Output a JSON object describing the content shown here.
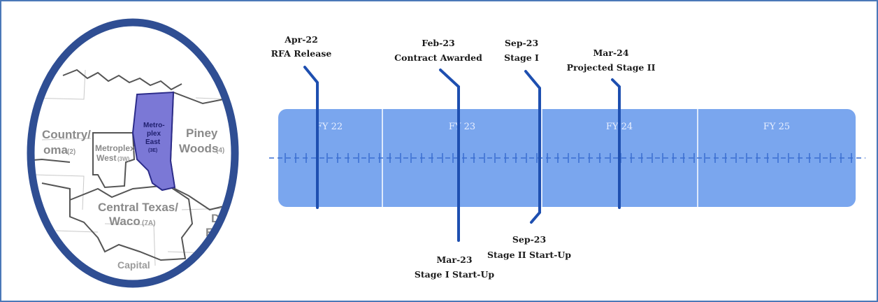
{
  "map": {
    "regions": [
      {
        "name": "Country/ oma",
        "line1": "Country/",
        "line2": "oma",
        "code": "(2)"
      },
      {
        "name": "Metroplex West",
        "line1": "Metroplex",
        "line2": "West",
        "code": "(3W)"
      },
      {
        "name": "Metroplex East",
        "line1": "Metro-",
        "line2": "plex",
        "line3": "East",
        "code": "(3E)"
      },
      {
        "name": "Piney Woods",
        "line1": "Piney",
        "line2": "Woods",
        "code": "(4)"
      },
      {
        "name": "Central Texas/ Waco",
        "line1": "Central Texas/",
        "line2": "Waco",
        "code": "(7A)"
      },
      {
        "name": "Deep East",
        "line1": "Deep",
        "line2": "East"
      },
      {
        "name": "Capital",
        "line1": "Capital"
      }
    ],
    "highlight_color": "#7b78d6"
  },
  "timeline": {
    "fiscal_years": [
      "FY 22",
      "FY 23",
      "FY 24",
      "FY 25"
    ],
    "bar_color": "#7aa6ee",
    "marker_color": "#1e4fb0",
    "milestones_above": [
      {
        "date": "Apr-22",
        "label": "RFA Release"
      },
      {
        "date": "Feb-23",
        "label": "Contract Awarded"
      },
      {
        "date": "Sep-23",
        "label": "Stage I"
      },
      {
        "date": "Mar-24",
        "label": "Projected Stage II"
      }
    ],
    "milestones_below": [
      {
        "date": "Mar-23",
        "label": "Stage I Start-Up"
      },
      {
        "date": "Sep-23",
        "label": "Stage II Start-Up"
      }
    ]
  }
}
